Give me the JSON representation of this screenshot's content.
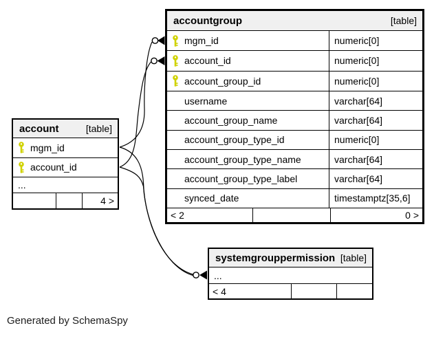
{
  "diagram": {
    "generator_note": "Generated by SchemaSpy"
  },
  "colors": {
    "key_icon": "#d0d200",
    "header_background": "#f0f0f0",
    "table_border": "#000000",
    "relationship_line": "#000000"
  },
  "icons": {
    "primary_key": "key-icon",
    "zero_or_one_end": "circle-arrow-connector"
  },
  "tables": {
    "accountgroup": {
      "name": "accountgroup",
      "tag": "[table]",
      "columns": [
        {
          "name": "mgm_id",
          "type": "numeric[0]",
          "pk": true
        },
        {
          "name": "account_id",
          "type": "numeric[0]",
          "pk": true
        },
        {
          "name": "account_group_id",
          "type": "numeric[0]",
          "pk": true
        },
        {
          "name": "username",
          "type": "varchar[64]",
          "pk": false
        },
        {
          "name": "account_group_name",
          "type": "varchar[64]",
          "pk": false
        },
        {
          "name": "account_group_type_id",
          "type": "numeric[0]",
          "pk": false
        },
        {
          "name": "account_group_type_name",
          "type": "varchar[64]",
          "pk": false
        },
        {
          "name": "account_group_type_label",
          "type": "varchar[64]",
          "pk": false
        },
        {
          "name": "synced_date",
          "type": "timestamptz[35,6]",
          "pk": false
        }
      ],
      "footer": {
        "left": "< 2",
        "middle": "",
        "right": "0 >"
      }
    },
    "account": {
      "name": "account",
      "tag": "[table]",
      "columns": [
        {
          "name": "mgm_id",
          "pk": true
        },
        {
          "name": "account_id",
          "pk": true
        }
      ],
      "ellipsis": "...",
      "footer": {
        "left": "",
        "middle": "",
        "right": "4 >"
      }
    },
    "systemgrouppermission": {
      "name": "systemgrouppermission",
      "tag": "[table]",
      "ellipsis": "...",
      "footer": {
        "left": "< 4",
        "middle": "",
        "right": ""
      }
    }
  }
}
